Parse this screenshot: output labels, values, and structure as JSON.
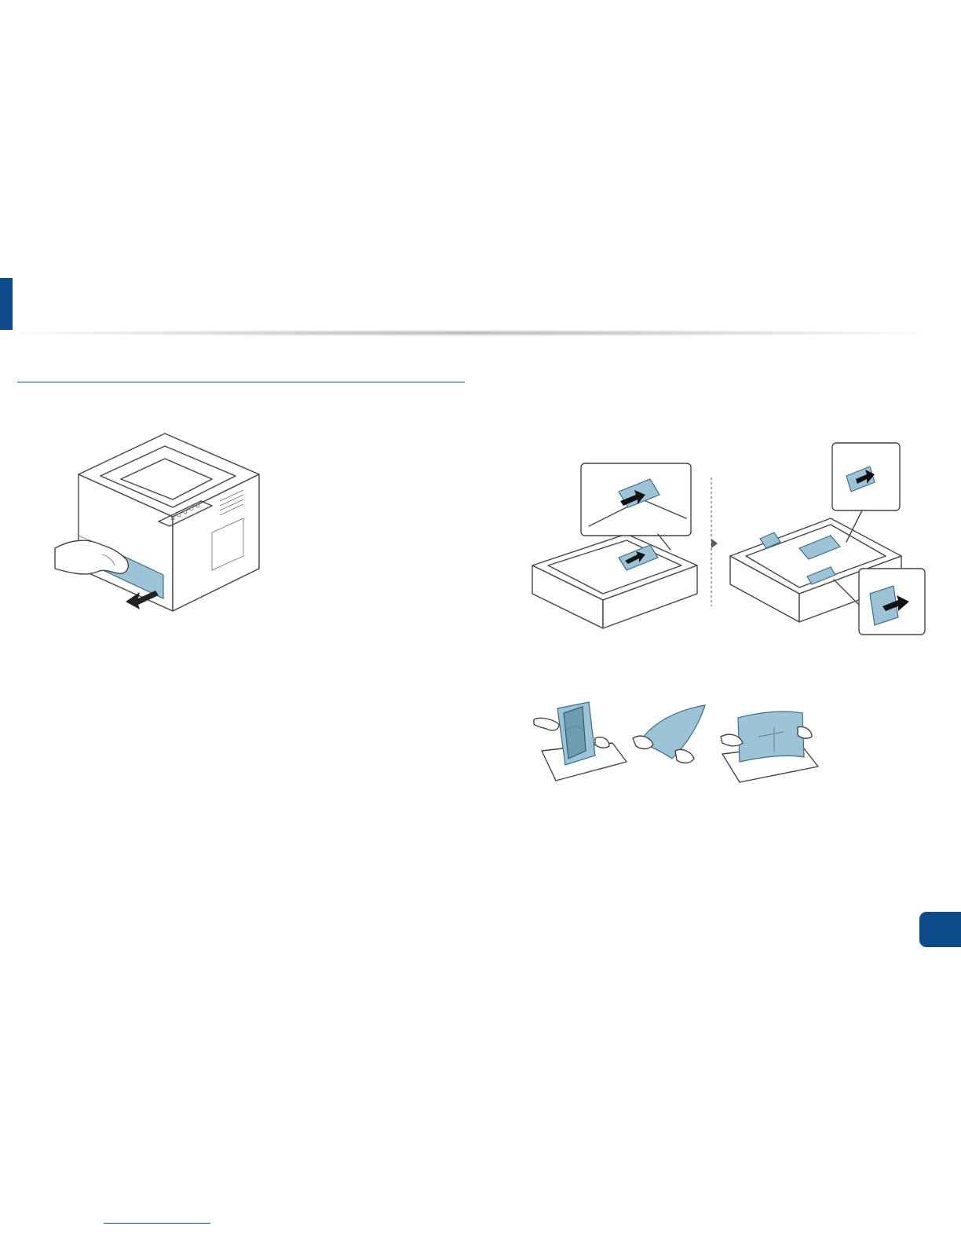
{
  "page": {
    "accent_color": "#0c4a8a",
    "figure_color": "#9cc3d6"
  },
  "figures": [
    {
      "name": "printer-tray-pull"
    },
    {
      "name": "tray-guide-adjust"
    },
    {
      "name": "paper-flex-fan"
    }
  ]
}
